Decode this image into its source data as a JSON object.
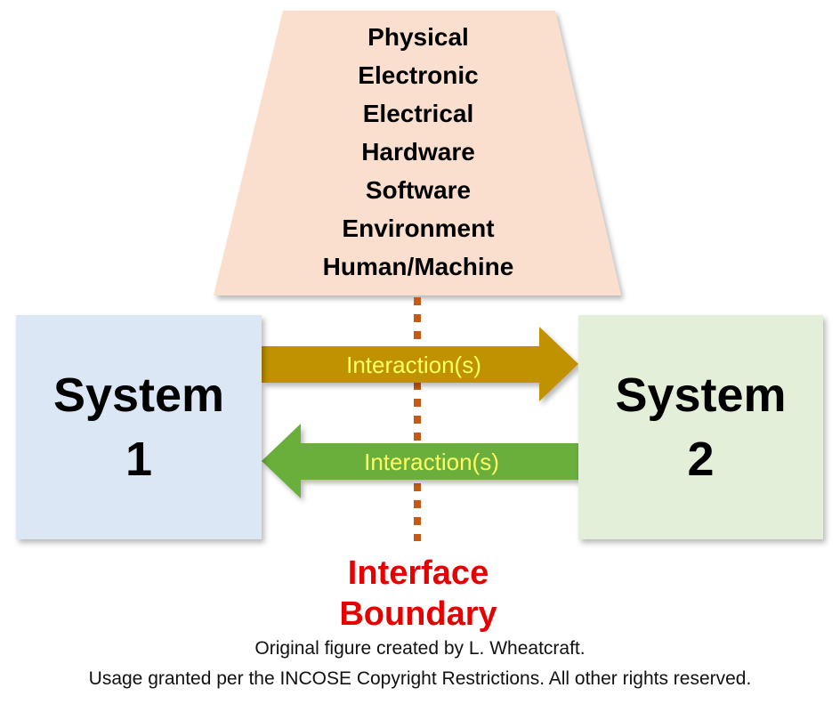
{
  "interface_types": [
    "Physical",
    "Electronic",
    "Electrical",
    "Hardware",
    "Software",
    "Environment",
    "Human/Machine"
  ],
  "system_1": {
    "line1": "System",
    "line2": "1"
  },
  "system_2": {
    "line1": "System",
    "line2": "2"
  },
  "interaction_top": "Interaction(s)",
  "interaction_bottom": "Interaction(s)",
  "boundary": {
    "line1": "Interface",
    "line2": "Boundary"
  },
  "credits": {
    "line1": "Original figure created by  L. Wheatcraft.",
    "line2": "Usage granted per the INCOSE Copyright Restrictions.  All other rights reserved."
  },
  "colors": {
    "trapezoid_fill": "#fadfcf",
    "system_1_fill": "#dce7f5",
    "system_2_fill": "#e4efda",
    "arrow_top_fill": "#c09100",
    "arrow_bottom_fill": "#6aae3a",
    "arrow_text": "#ffff66",
    "boundary_line": "#c45a16",
    "boundary_text": "#e60000"
  }
}
